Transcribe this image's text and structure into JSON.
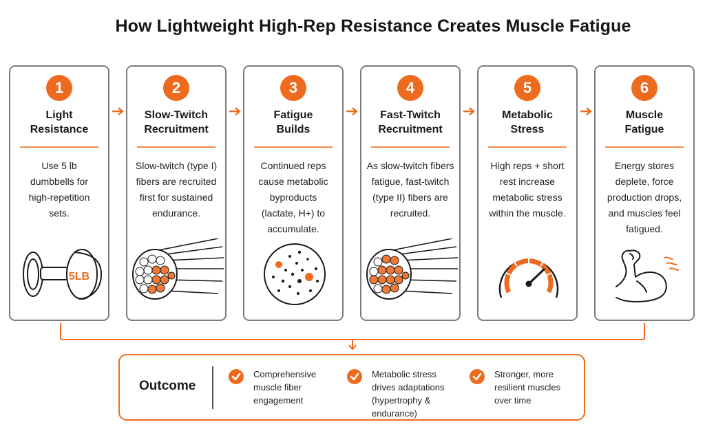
{
  "title": "How Lightweight High-Rep Resistance Creates Muscle Fatigue",
  "steps": [
    {
      "number": "1",
      "title": "Light Resistance",
      "desc": "Use 5 lb dumbbells for high-repetition sets.",
      "icon": "dumbbell-icon",
      "icon_text": "5LB"
    },
    {
      "number": "2",
      "title": "Slow-Twitch Recruitment",
      "desc": "Slow-twitch (type I) fibers are recruited first for sustained endurance.",
      "icon": "muscle-fiber-bundle-icon"
    },
    {
      "number": "3",
      "title": "Fatigue Builds",
      "desc": "Continued reps cause metabolic byproducts (lactate, H+) to accumulate.",
      "icon": "metabolic-byproducts-icon"
    },
    {
      "number": "4",
      "title": "Fast-Twitch Recruitment",
      "desc": "As slow-twitch fibers fatigue, fast-twitch (type II) fibers are recruited.",
      "icon": "muscle-fiber-bundle-icon"
    },
    {
      "number": "5",
      "title": "Metabolic Stress",
      "desc": "High reps + short rest increase metabolic stress within the muscle.",
      "icon": "gauge-icon"
    },
    {
      "number": "6",
      "title": "Muscle Fatigue",
      "desc": "Energy stores deplete, force production drops, and muscles feel fatigued.",
      "icon": "flexed-arm-icon"
    }
  ],
  "outcome": {
    "label": "Outcome",
    "items": [
      {
        "text": "Comprehensive muscle fiber engagement",
        "icon": "check-icon"
      },
      {
        "text": "Metabolic stress drives adaptations (hypertrophy & endurance)",
        "icon": "check-icon"
      },
      {
        "text": "Stronger, more resilient muscles over time",
        "icon": "check-icon"
      }
    ]
  },
  "colors": {
    "accent": "#ee6a1e",
    "border": "#7c7c7c",
    "text": "#1c1c1c"
  }
}
